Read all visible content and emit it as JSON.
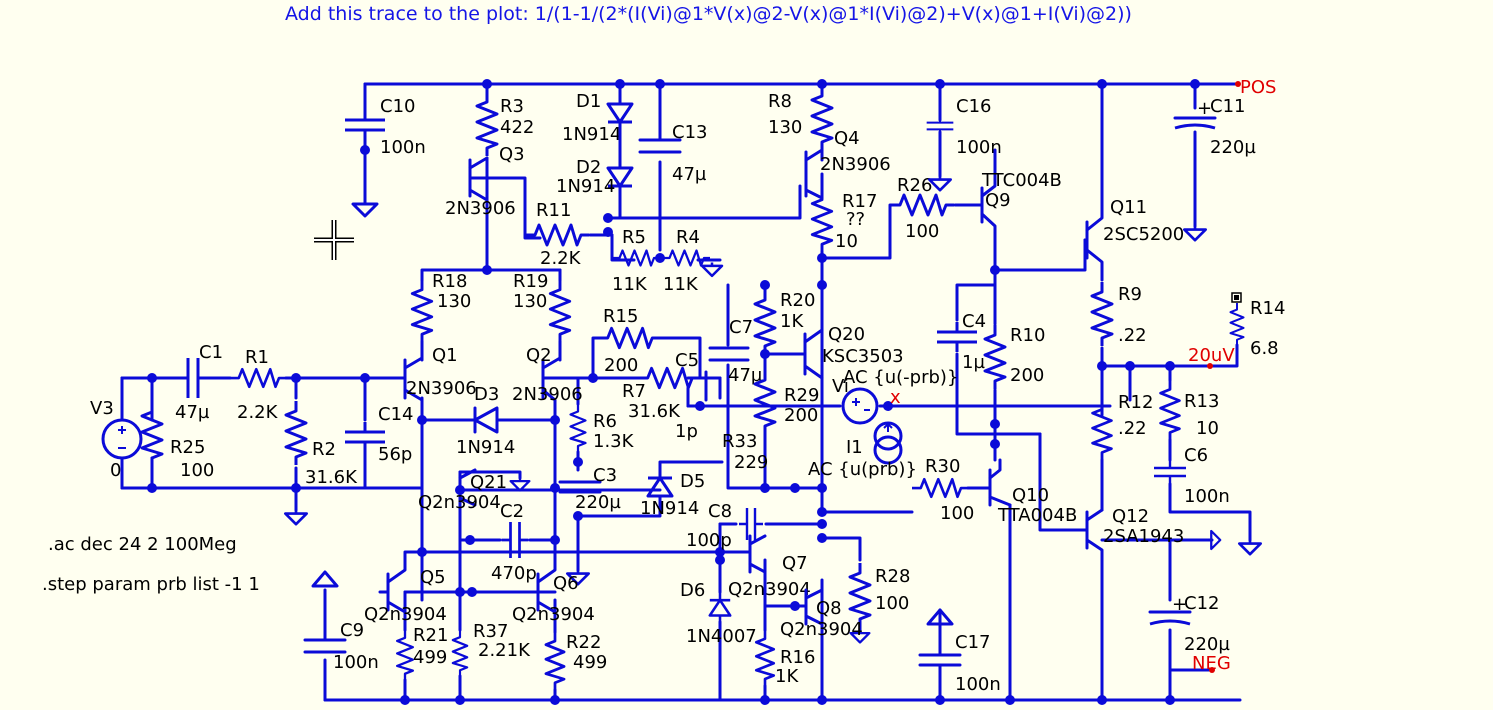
{
  "header_note": "Add this trace to the plot: 1/(1-1/(2*(I(Vi)@1*V(x)@2-V(x)@1*I(Vi)@2)+V(x)@1+I(Vi)@2))",
  "directives": [
    ".ac dec 24 2 100Meg",
    ".step param prb list -1 1"
  ],
  "nets": {
    "pos": "POS",
    "neg": "NEG",
    "probe_node": "x",
    "probe_level": "20uV"
  },
  "components": {
    "C10": {
      "name": "C10",
      "value": "100n"
    },
    "R3": {
      "name": "R3",
      "value": "422"
    },
    "Q3": {
      "name": "Q3",
      "model": "2N3906"
    },
    "D1": {
      "name": "D1",
      "model": "1N914"
    },
    "D2": {
      "name": "D2",
      "model": "1N914"
    },
    "C13": {
      "name": "C13",
      "value": "47µ"
    },
    "R11": {
      "name": "R11",
      "value": "2.2K"
    },
    "R5": {
      "name": "R5",
      "value": "11K"
    },
    "R4": {
      "name": "R4",
      "value": "11K"
    },
    "R8": {
      "name": "R8",
      "value": "130"
    },
    "Q4": {
      "name": "Q4",
      "model": "2N3906"
    },
    "R17": {
      "name": "R17",
      "value": "??",
      "value2": "10"
    },
    "R26": {
      "name": "R26",
      "value": "100"
    },
    "C16": {
      "name": "C16",
      "value": "100n"
    },
    "Q9": {
      "name": "Q9",
      "model": "TTC004B"
    },
    "C11": {
      "name": "C11",
      "value": "220µ"
    },
    "Q11": {
      "name": "Q11",
      "model": "2SC5200"
    },
    "R18": {
      "name": "R18",
      "value": "130"
    },
    "R19": {
      "name": "R19",
      "value": "130"
    },
    "R15": {
      "name": "R15",
      "value": "200"
    },
    "C7": {
      "name": "C7",
      "value": "47µ"
    },
    "R20": {
      "name": "R20",
      "value": "1K"
    },
    "Q20": {
      "name": "Q20",
      "model": "KSC3503"
    },
    "C4": {
      "name": "C4",
      "value": "1µ"
    },
    "R10": {
      "name": "R10",
      "value": "200"
    },
    "R9": {
      "name": "R9",
      "value": ".22"
    },
    "R14": {
      "name": "R14",
      "value": "6.8"
    },
    "C1": {
      "name": "C1",
      "value": "47µ"
    },
    "R1": {
      "name": "R1",
      "value": "2.2K"
    },
    "Q1": {
      "name": "Q1",
      "model": "2N3906"
    },
    "Q2": {
      "name": "Q2",
      "model": "2N3906"
    },
    "C5": {
      "name": "C5",
      "value": "1p"
    },
    "R7": {
      "name": "R7",
      "value": "31.6K"
    },
    "Vi": {
      "name": "Vi",
      "value": "AC {u(-prb)}"
    },
    "R29": {
      "name": "R29",
      "value": "200"
    },
    "R12": {
      "name": "R12",
      "value": ".22"
    },
    "R13": {
      "name": "R13",
      "value": "10"
    },
    "V3": {
      "name": "V3",
      "value": "0"
    },
    "R25": {
      "name": "R25",
      "value": "100"
    },
    "R2": {
      "name": "R2",
      "value": "31.6K"
    },
    "C14": {
      "name": "C14",
      "value": "56p"
    },
    "D3": {
      "name": "D3",
      "model": "1N914"
    },
    "R6": {
      "name": "R6",
      "value": "1.3K"
    },
    "R33": {
      "name": "R33",
      "value": "229"
    },
    "I1": {
      "name": "I1",
      "value": "AC {u(prb)}"
    },
    "R30": {
      "name": "R30",
      "value": "100"
    },
    "C6": {
      "name": "C6",
      "value": "100n"
    },
    "Q21": {
      "name": "Q21",
      "model": "Q2n3904"
    },
    "C3": {
      "name": "C3",
      "value": "220µ"
    },
    "D5": {
      "name": "D5",
      "model": "1N914"
    },
    "Q10": {
      "name": "Q10",
      "model": "TTA004B"
    },
    "C2": {
      "name": "C2",
      "value": "470p"
    },
    "C8": {
      "name": "C8",
      "value": "100p"
    },
    "Q12": {
      "name": "Q12",
      "model": "2SA1943"
    },
    "Q5": {
      "name": "Q5",
      "model": "Q2n3904"
    },
    "Q6": {
      "name": "Q6",
      "model": "Q2n3904"
    },
    "D6": {
      "name": "D6",
      "model": "1N4007"
    },
    "Q7": {
      "name": "Q7",
      "model": "Q2n3904"
    },
    "R28": {
      "name": "R28",
      "value": "100"
    },
    "C12": {
      "name": "C12",
      "value": "220µ"
    },
    "Q8": {
      "name": "Q8",
      "model": "Q2n3904"
    },
    "C9": {
      "name": "C9",
      "value": "100n"
    },
    "R21": {
      "name": "R21",
      "value": "499"
    },
    "R37": {
      "name": "R37",
      "value": "2.21K"
    },
    "R22": {
      "name": "R22",
      "value": "499"
    },
    "R16": {
      "name": "R16",
      "value": "1K"
    },
    "C17": {
      "name": "C17",
      "value": "100n"
    }
  }
}
